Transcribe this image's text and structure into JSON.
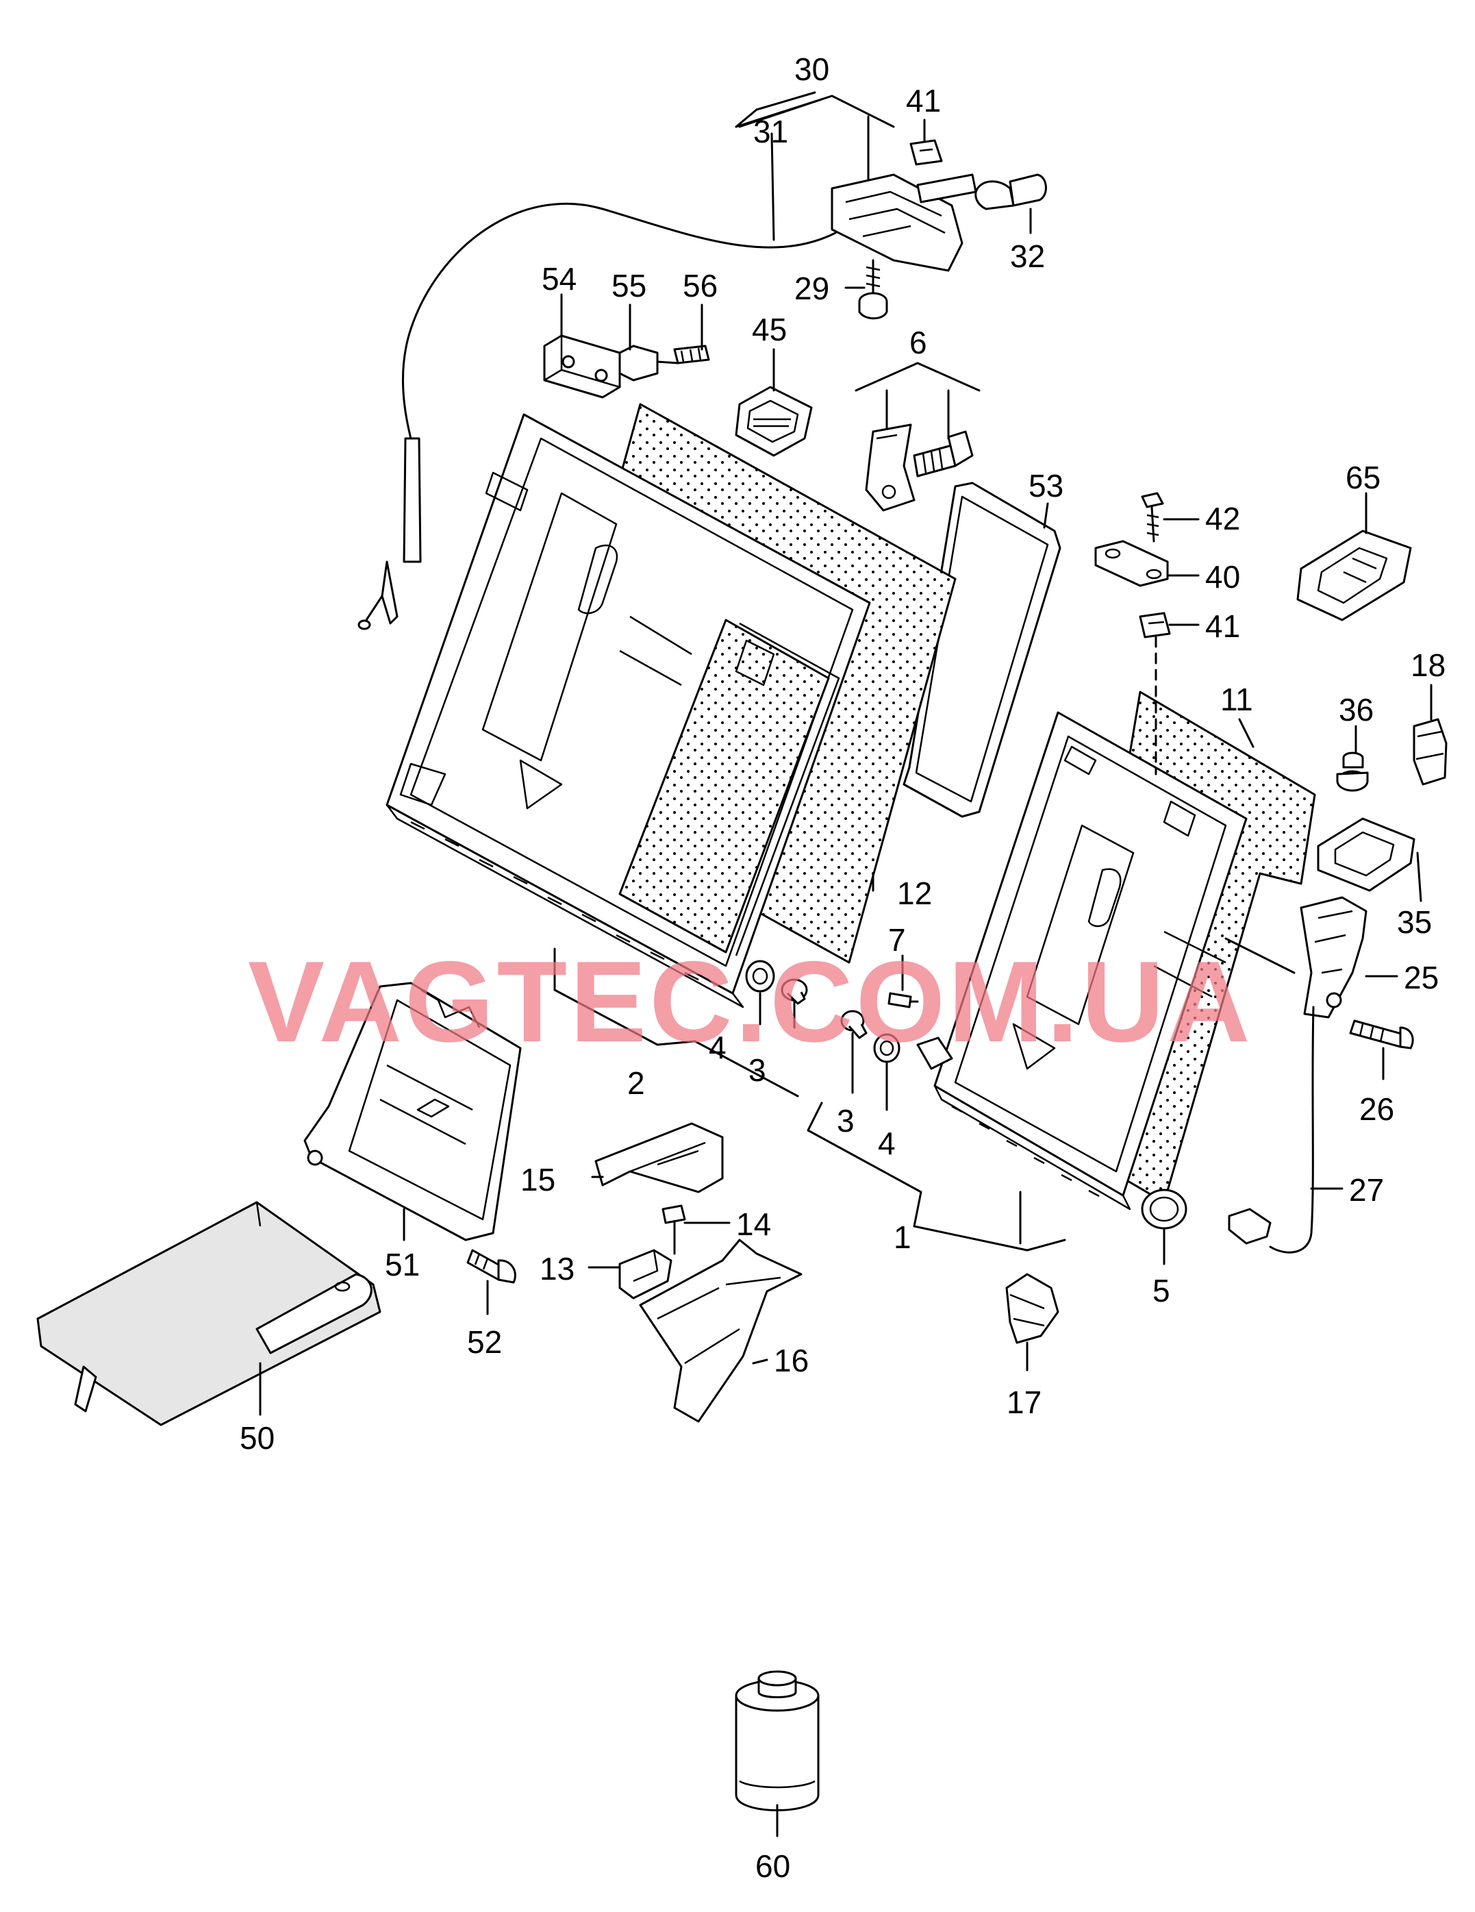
{
  "watermark": "VAGTEC.COM.UA",
  "callouts": [
    {
      "id": "30",
      "text": "30"
    },
    {
      "id": "31",
      "text": "31"
    },
    {
      "id": "41a",
      "text": "41"
    },
    {
      "id": "32",
      "text": "32"
    },
    {
      "id": "29",
      "text": "29"
    },
    {
      "id": "54",
      "text": "54"
    },
    {
      "id": "55",
      "text": "55"
    },
    {
      "id": "56",
      "text": "56"
    },
    {
      "id": "45",
      "text": "45"
    },
    {
      "id": "6",
      "text": "6"
    },
    {
      "id": "53",
      "text": "53"
    },
    {
      "id": "65",
      "text": "65"
    },
    {
      "id": "42",
      "text": "42"
    },
    {
      "id": "40",
      "text": "40"
    },
    {
      "id": "41b",
      "text": "41"
    },
    {
      "id": "18",
      "text": "18"
    },
    {
      "id": "11",
      "text": "11"
    },
    {
      "id": "36",
      "text": "36"
    },
    {
      "id": "12",
      "text": "12"
    },
    {
      "id": "35",
      "text": "35"
    },
    {
      "id": "7",
      "text": "7"
    },
    {
      "id": "25",
      "text": "25"
    },
    {
      "id": "4a",
      "text": "4"
    },
    {
      "id": "3a",
      "text": "3"
    },
    {
      "id": "2",
      "text": "2"
    },
    {
      "id": "3b",
      "text": "3"
    },
    {
      "id": "4b",
      "text": "4"
    },
    {
      "id": "26",
      "text": "26"
    },
    {
      "id": "15",
      "text": "15"
    },
    {
      "id": "14",
      "text": "14"
    },
    {
      "id": "27",
      "text": "27"
    },
    {
      "id": "1",
      "text": "1"
    },
    {
      "id": "51",
      "text": "51"
    },
    {
      "id": "13",
      "text": "13"
    },
    {
      "id": "5",
      "text": "5"
    },
    {
      "id": "52",
      "text": "52"
    },
    {
      "id": "16",
      "text": "16"
    },
    {
      "id": "17",
      "text": "17"
    },
    {
      "id": "50",
      "text": "50"
    },
    {
      "id": "60",
      "text": "60"
    }
  ]
}
